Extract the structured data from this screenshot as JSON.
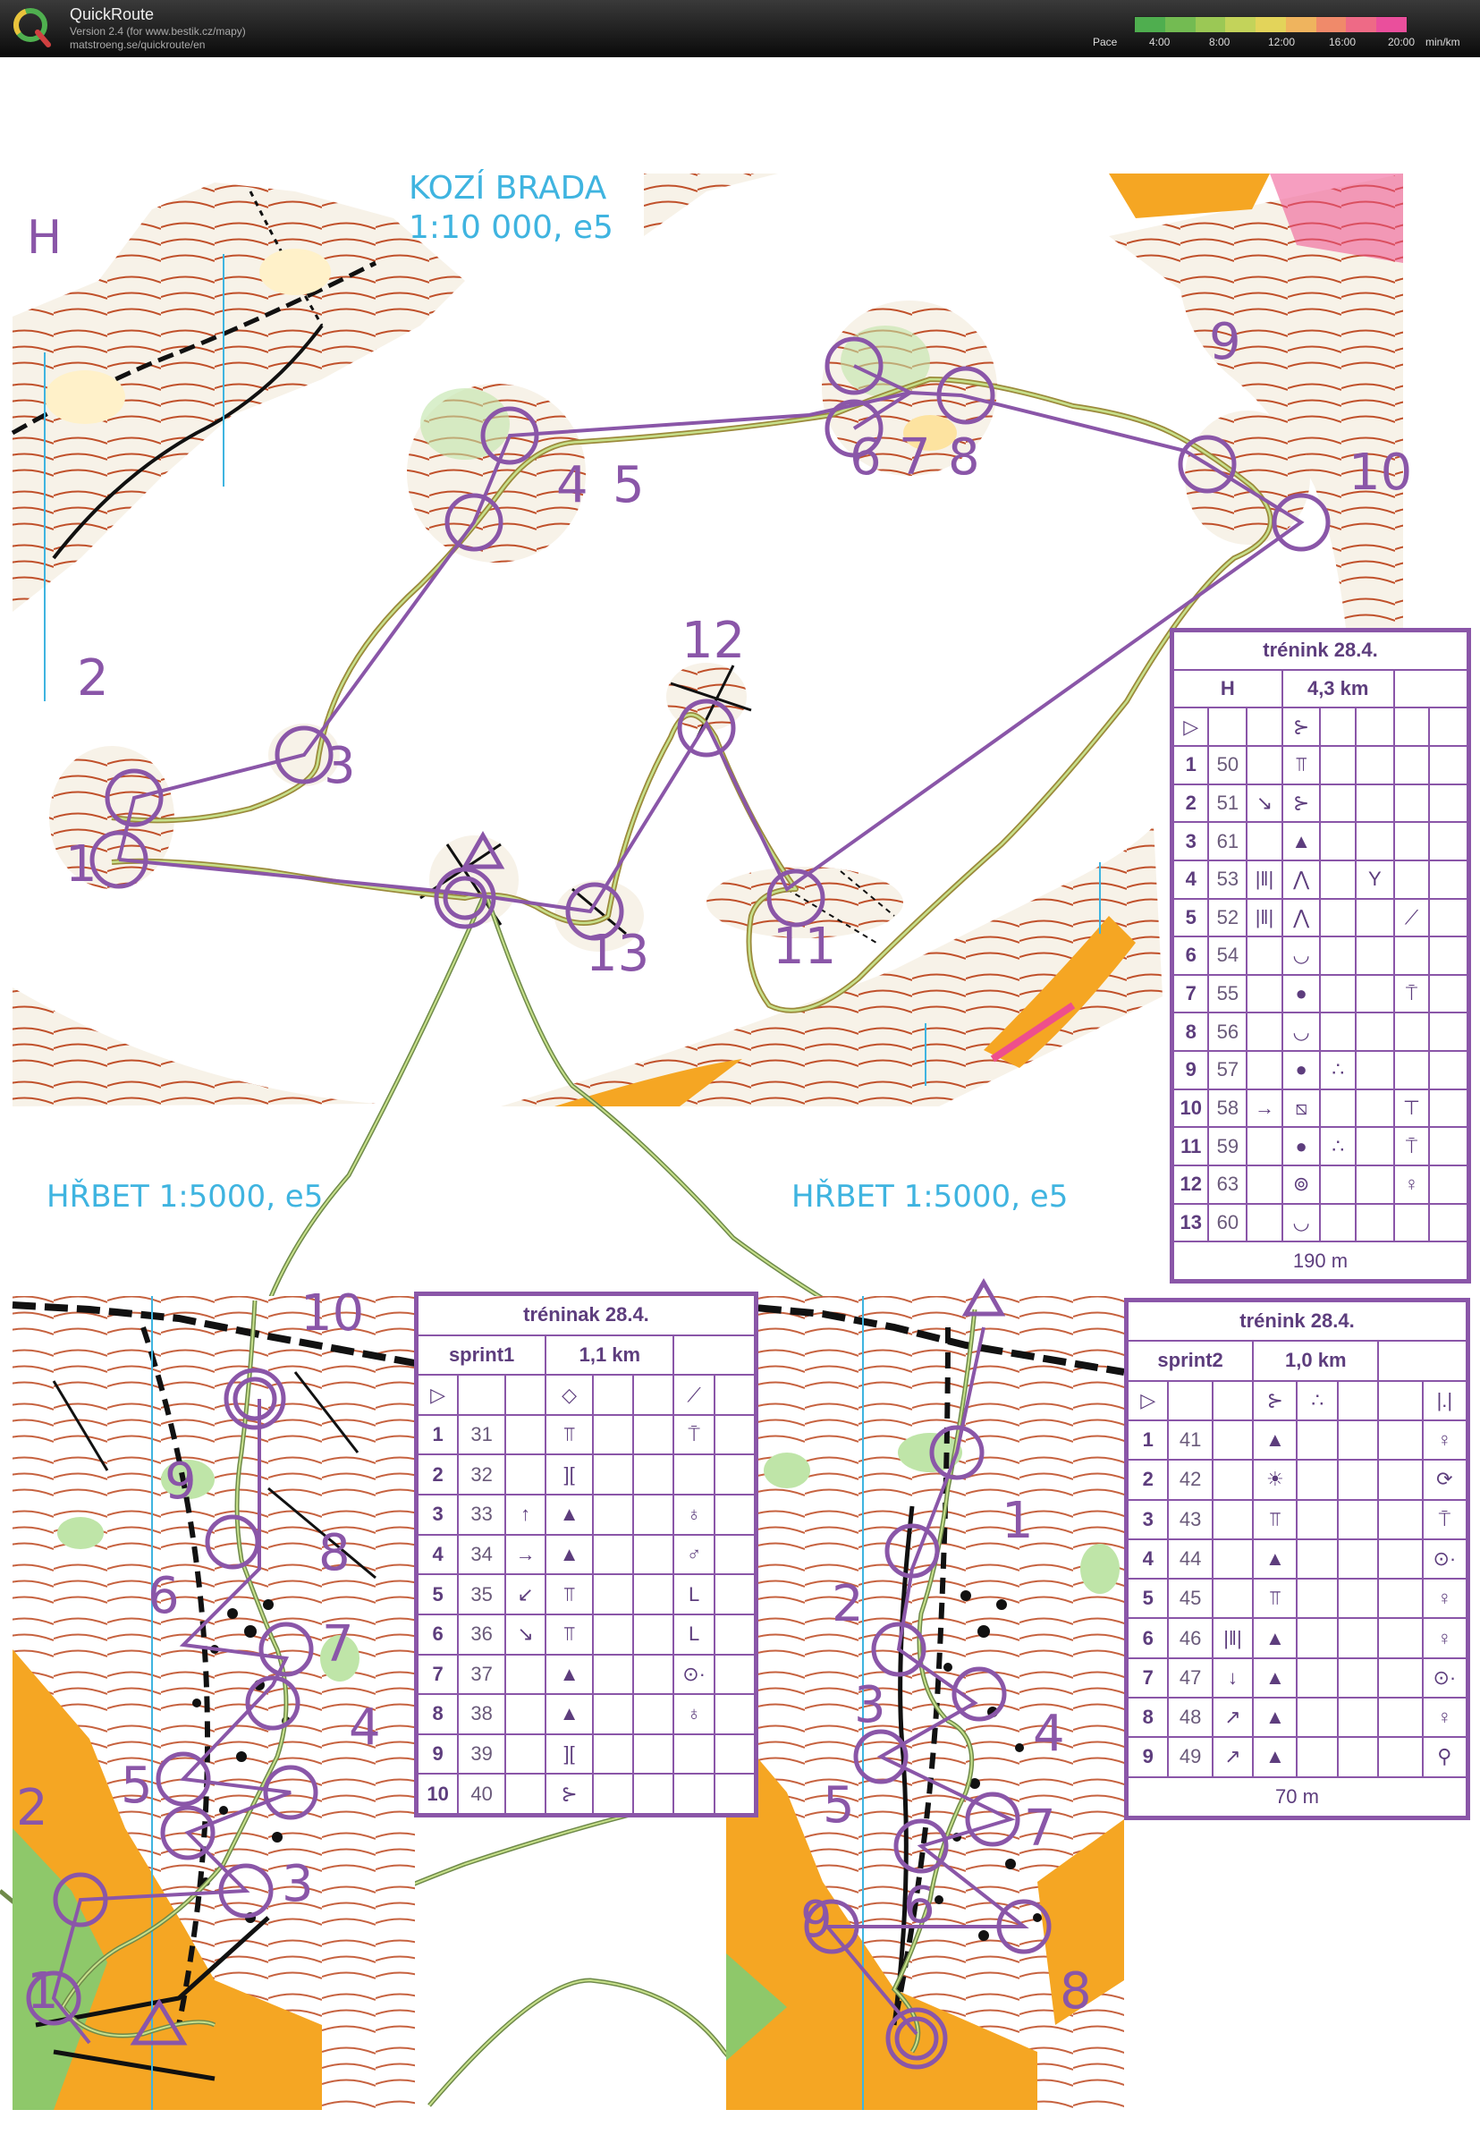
{
  "app": {
    "name": "QuickRoute",
    "version": "Version 2.4  (for www.bestik.cz/mapy)",
    "url": "matstroeng.se/quickroute/en"
  },
  "pace_legend": {
    "label": "Pace",
    "ticks": [
      "4:00",
      "8:00",
      "12:00",
      "16:00",
      "20:00"
    ],
    "unit": "min/km",
    "colors": [
      "#4fae4f",
      "#73bb52",
      "#9bc855",
      "#c3d35a",
      "#e3d45a",
      "#efb45e",
      "#f08a6a",
      "#ee6a86",
      "#ea4f9c"
    ]
  },
  "map_titles": {
    "top_letter": "H",
    "kozi_brada": "KOZÍ BRADA",
    "kozi_scale": "1:10 000, e5",
    "hrbet_left": "HŘBET 1:5000, e5",
    "hrbet_right": "HŘBET 1:5000, e5"
  },
  "course_h": {
    "title": "trénink 28.4.",
    "class": "H",
    "length": "4,3 km",
    "start_symbols": [
      "▷",
      "",
      "",
      "⊱",
      "",
      "",
      "",
      ""
    ],
    "controls": [
      {
        "n": "1",
        "code": "50",
        "c": "",
        "d": "⫪",
        "e": "",
        "f": "",
        "g": "",
        "h": ""
      },
      {
        "n": "2",
        "code": "51",
        "c": "↘",
        "d": "⊱",
        "e": "",
        "f": "",
        "g": "",
        "h": ""
      },
      {
        "n": "3",
        "code": "61",
        "c": "",
        "d": "▲",
        "e": "",
        "f": "",
        "g": "",
        "h": ""
      },
      {
        "n": "4",
        "code": "53",
        "c": "|‖|",
        "d": "⋀",
        "e": "",
        "f": "Y",
        "g": "",
        "h": ""
      },
      {
        "n": "5",
        "code": "52",
        "c": "|‖|",
        "d": "⋀",
        "e": "",
        "f": "",
        "g": "⟋",
        "h": ""
      },
      {
        "n": "6",
        "code": "54",
        "c": "",
        "d": "◡",
        "e": "",
        "f": "",
        "g": "",
        "h": ""
      },
      {
        "n": "7",
        "code": "55",
        "c": "",
        "d": "●",
        "e": "",
        "f": "",
        "g": "⍑",
        "h": ""
      },
      {
        "n": "8",
        "code": "56",
        "c": "",
        "d": "◡",
        "e": "",
        "f": "",
        "g": "",
        "h": ""
      },
      {
        "n": "9",
        "code": "57",
        "c": "",
        "d": "●",
        "e": "∴",
        "f": "",
        "g": "",
        "h": ""
      },
      {
        "n": "10",
        "code": "58",
        "c": "→",
        "d": "⧅",
        "e": "",
        "f": "",
        "g": "⊤",
        "h": ""
      },
      {
        "n": "11",
        "code": "59",
        "c": "",
        "d": "●",
        "e": "∴",
        "f": "",
        "g": "⍑",
        "h": ""
      },
      {
        "n": "12",
        "code": "63",
        "c": "",
        "d": "⊚",
        "e": "",
        "f": "",
        "g": "♀",
        "h": ""
      },
      {
        "n": "13",
        "code": "60",
        "c": "",
        "d": "◡",
        "e": "",
        "f": "",
        "g": "",
        "h": ""
      }
    ],
    "finish_distance": "190 m"
  },
  "course_sprint1": {
    "title": "tréninak 28.4.",
    "class": "sprint1",
    "length": "1,1 km",
    "start_symbols": [
      "▷",
      "",
      "",
      "◇",
      "",
      "",
      "⟋",
      ""
    ],
    "controls": [
      {
        "n": "1",
        "code": "31",
        "c": "",
        "d": "⫪",
        "e": "",
        "f": "",
        "g": "⍑",
        "h": ""
      },
      {
        "n": "2",
        "code": "32",
        "c": "",
        "d": "][",
        "e": "",
        "f": "",
        "g": "",
        "h": ""
      },
      {
        "n": "3",
        "code": "33",
        "c": "↑",
        "d": "▲",
        "e": "",
        "f": "",
        "g": "♁",
        "h": ""
      },
      {
        "n": "4",
        "code": "34",
        "c": "→",
        "d": "▲",
        "e": "",
        "f": "",
        "g": "♂",
        "h": ""
      },
      {
        "n": "5",
        "code": "35",
        "c": "↙",
        "d": "⫪",
        "e": "",
        "f": "",
        "g": "L",
        "h": ""
      },
      {
        "n": "6",
        "code": "36",
        "c": "↘",
        "d": "⫪",
        "e": "",
        "f": "",
        "g": "L",
        "h": ""
      },
      {
        "n": "7",
        "code": "37",
        "c": "",
        "d": "▲",
        "e": "",
        "f": "",
        "g": "⊙·",
        "h": ""
      },
      {
        "n": "8",
        "code": "38",
        "c": "",
        "d": "▲",
        "e": "",
        "f": "",
        "g": "♁",
        "h": ""
      },
      {
        "n": "9",
        "code": "39",
        "c": "",
        "d": "][",
        "e": "",
        "f": "",
        "g": "",
        "h": ""
      },
      {
        "n": "10",
        "code": "40",
        "c": "",
        "d": "⊱",
        "e": "",
        "f": "",
        "g": "",
        "h": ""
      }
    ]
  },
  "course_sprint2": {
    "title": "trénink 28.4.",
    "class": "sprint2",
    "length": "1,0 km",
    "start_symbols": [
      "▷",
      "",
      "",
      "⊱",
      "∴",
      "",
      "",
      "|.|"
    ],
    "controls": [
      {
        "n": "1",
        "code": "41",
        "c": "",
        "d": "▲",
        "e": "",
        "f": "",
        "g": "",
        "h": "♀"
      },
      {
        "n": "2",
        "code": "42",
        "c": "",
        "d": "☀",
        "e": "",
        "f": "",
        "g": "",
        "h": "⟳"
      },
      {
        "n": "3",
        "code": "43",
        "c": "",
        "d": "⫪",
        "e": "",
        "f": "",
        "g": "",
        "h": "⍑"
      },
      {
        "n": "4",
        "code": "44",
        "c": "",
        "d": "▲",
        "e": "",
        "f": "",
        "g": "",
        "h": "⊙·"
      },
      {
        "n": "5",
        "code": "45",
        "c": "",
        "d": "⫪",
        "e": "",
        "f": "",
        "g": "",
        "h": "♀"
      },
      {
        "n": "6",
        "code": "46",
        "c": "|‖|",
        "d": "▲",
        "e": "",
        "f": "",
        "g": "",
        "h": "♀"
      },
      {
        "n": "7",
        "code": "47",
        "c": "↓",
        "d": "▲",
        "e": "",
        "f": "",
        "g": "",
        "h": "⊙·"
      },
      {
        "n": "8",
        "code": "48",
        "c": "↗",
        "d": "▲",
        "e": "",
        "f": "",
        "g": "",
        "h": "♀"
      },
      {
        "n": "9",
        "code": "49",
        "c": "↗",
        "d": "▲",
        "e": "",
        "f": "",
        "g": "",
        "h": "⚲"
      }
    ],
    "finish_distance": "70 m"
  },
  "control_labels_top": [
    "1",
    "2",
    "3",
    "4",
    "5",
    "6",
    "7",
    "8",
    "9",
    "10",
    "11",
    "12",
    "13"
  ],
  "control_labels_sprint1": [
    "1",
    "2",
    "3",
    "4",
    "5",
    "6",
    "7",
    "8",
    "9",
    "10"
  ],
  "control_labels_sprint2": [
    "1",
    "2",
    "3",
    "4",
    "5",
    "6",
    "7",
    "8",
    "9"
  ],
  "colors": {
    "course_purple": "#8a56a8",
    "title_blue": "#3fb4e0",
    "contour_brown": "#c0502a",
    "forest_green": "#8fd07a",
    "open_yellow": "#f5a623"
  }
}
